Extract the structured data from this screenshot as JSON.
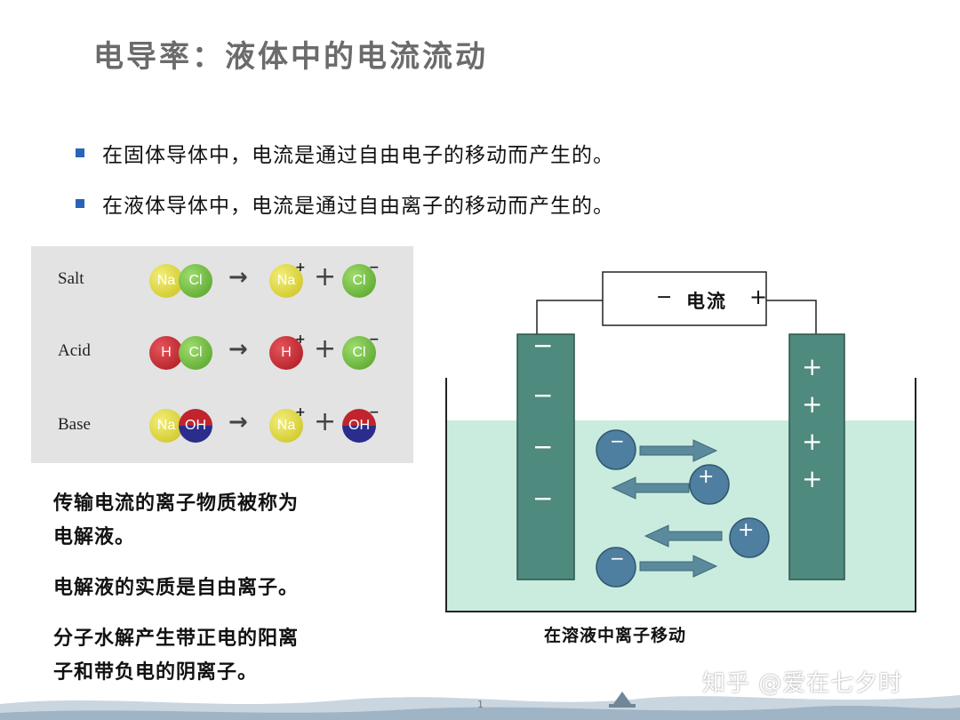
{
  "title": "电导率：液体中的电流流动",
  "bullets": [
    "在固体导体中，电流是通过自由电子的移动而产生的。",
    "在液体导体中，电流是通过自由离子的移动而产生的。"
  ],
  "reactions": [
    {
      "label": "Salt",
      "a": "Na",
      "b": "Cl",
      "c": "Na",
      "c_sign": "+",
      "d": "Cl",
      "d_sign": "−"
    },
    {
      "label": "Acid",
      "a": "H",
      "b": "Cl",
      "c": "H",
      "c_sign": "+",
      "d": "Cl",
      "d_sign": "−"
    },
    {
      "label": "Base",
      "a": "Na",
      "b": "OH",
      "c": "Na",
      "c_sign": "+",
      "d": "OH",
      "d_sign": "−"
    }
  ],
  "reaction_symbols": {
    "arrow": "→",
    "plus": "+"
  },
  "paragraphs": [
    "传输电流的离子物质被称为",
    "电解液。",
    "电解液的实质是自由离子。",
    "分子水解产生带正电的阳离",
    "子和带负电的阴离子。"
  ],
  "diagram": {
    "current_minus": "−",
    "current_label": "电流",
    "current_plus": "+",
    "left_electrode_sign": "−",
    "right_electrode_sign": "+",
    "anion_sign": "−",
    "cation_sign": "+",
    "caption": "在溶液中离子移动"
  },
  "watermark": "知乎 @爱在七夕时",
  "page_number": "1",
  "colors": {
    "bullet": "#2a64b8",
    "electrode": "#4e8a7e",
    "solution": "#c9ecdf",
    "ion": "#4f7fa0",
    "arrow": "#5a8a9c",
    "atom_yellow": "#d4cc2a",
    "atom_green": "#6bb53a",
    "atom_red": "#c0242c",
    "atom_blue": "#2a2d8c"
  }
}
